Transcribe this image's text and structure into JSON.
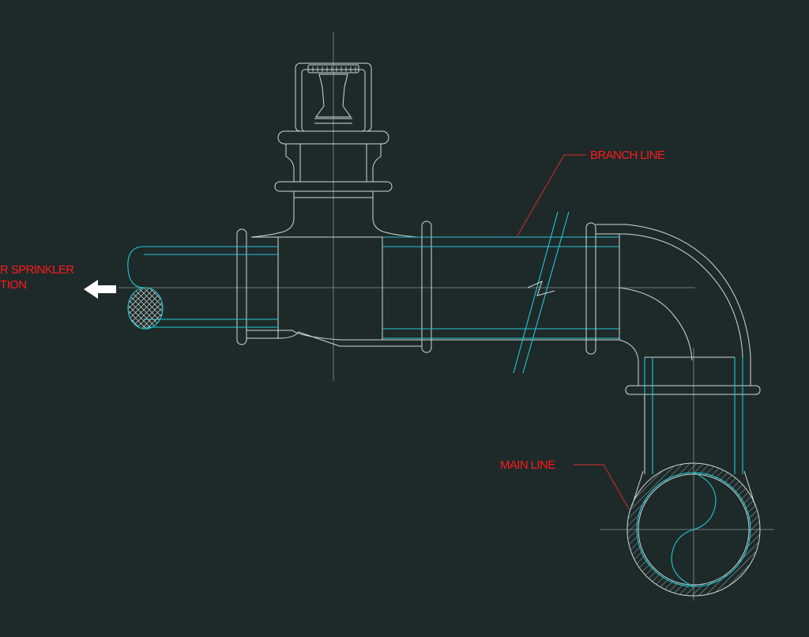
{
  "labels": {
    "branch_line": "BRANCH LINE",
    "main_line": "MAIN LINE",
    "sprinkler_line1": "R SPRINKLER",
    "sprinkler_line2": "TION"
  },
  "colors": {
    "background": "#1e2a2a",
    "annotation": "#ff1a1a",
    "outline": "#cfd8d8",
    "pipe_inner": "#22c8d0"
  },
  "icons": {
    "arrow": "left-arrow-icon"
  }
}
